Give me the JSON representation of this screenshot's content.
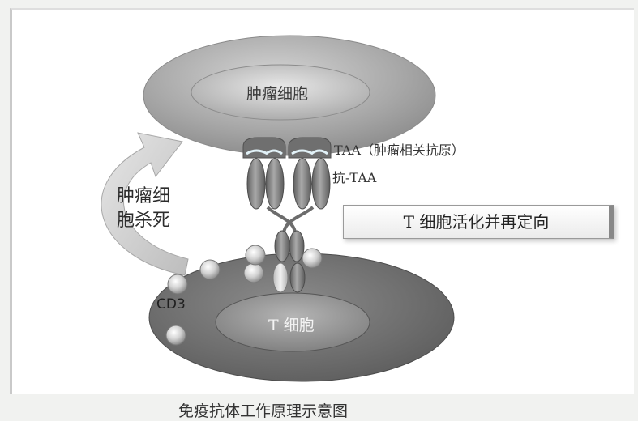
{
  "diagram": {
    "tumor_cell_label": "肿瘤细胞",
    "t_cell_label": "T 细胞",
    "taa_label": "TAA（肿瘤相关抗原）",
    "anti_taa_label": "抗-TAA",
    "kill_label_line1": "肿瘤细",
    "kill_label_line2": "胞杀死",
    "activation_label": "T 细胞活化并再定向",
    "cd3_label": "CD3",
    "caption": "免疫抗体工作原理示意图"
  },
  "colors": {
    "background": "#f1f2f0",
    "panel": "#ffffff",
    "tumor_cell_outer": "#9a9a9a",
    "tumor_cell_inner": "#bdbdbd",
    "t_cell_outer": "#6e6e6e",
    "t_cell_inner": "#909090",
    "antibody": "#7d7d7d",
    "antigen_tip": "#d7e8f0",
    "arrow": "#c9c9c9"
  }
}
